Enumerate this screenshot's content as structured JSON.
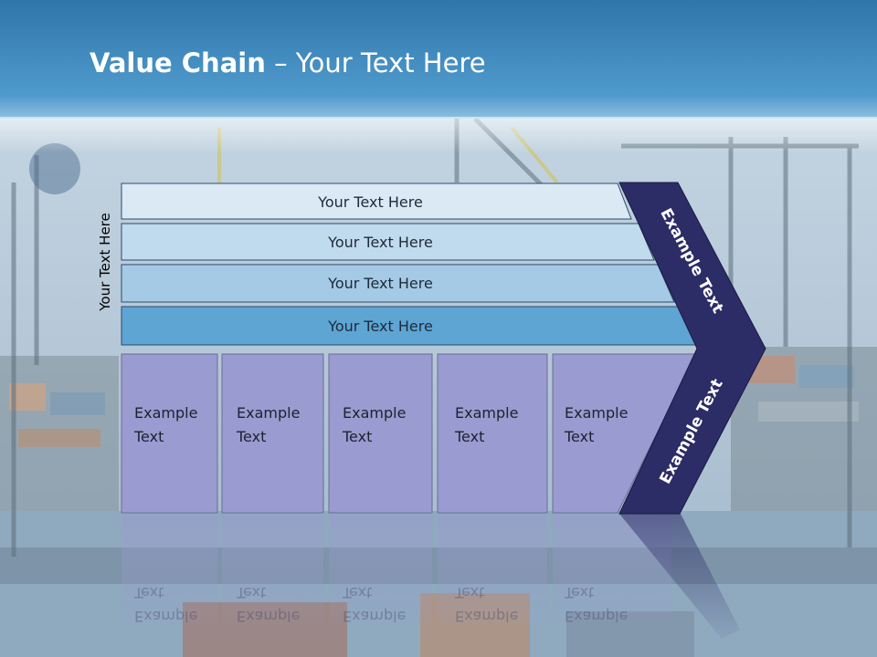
{
  "slide": {
    "title_bold": "Value Chain",
    "title_rest": " – Your Text Here",
    "side_label": "Your Text Here",
    "bands": [
      {
        "label": "Your Text Here",
        "color": "#dbe9f5"
      },
      {
        "label": "Your Text Here",
        "color": "#c1dbee"
      },
      {
        "label": "Your Text Here",
        "color": "#a4cae6"
      },
      {
        "label": "Your Text Here",
        "color": "#5ea5d4"
      }
    ],
    "boxes": [
      {
        "label": "Example\nText"
      },
      {
        "label": "Example\nText"
      },
      {
        "label": "Example\nText"
      },
      {
        "label": "Example\nText"
      },
      {
        "label": "Example\nText"
      }
    ],
    "chevron_top_label": "Example Text",
    "chevron_bottom_label": "Example Text",
    "colors": {
      "header": "#3b84b8",
      "box_fill": "#9a9bd0",
      "chevron_fill": "#2c2c66"
    }
  }
}
